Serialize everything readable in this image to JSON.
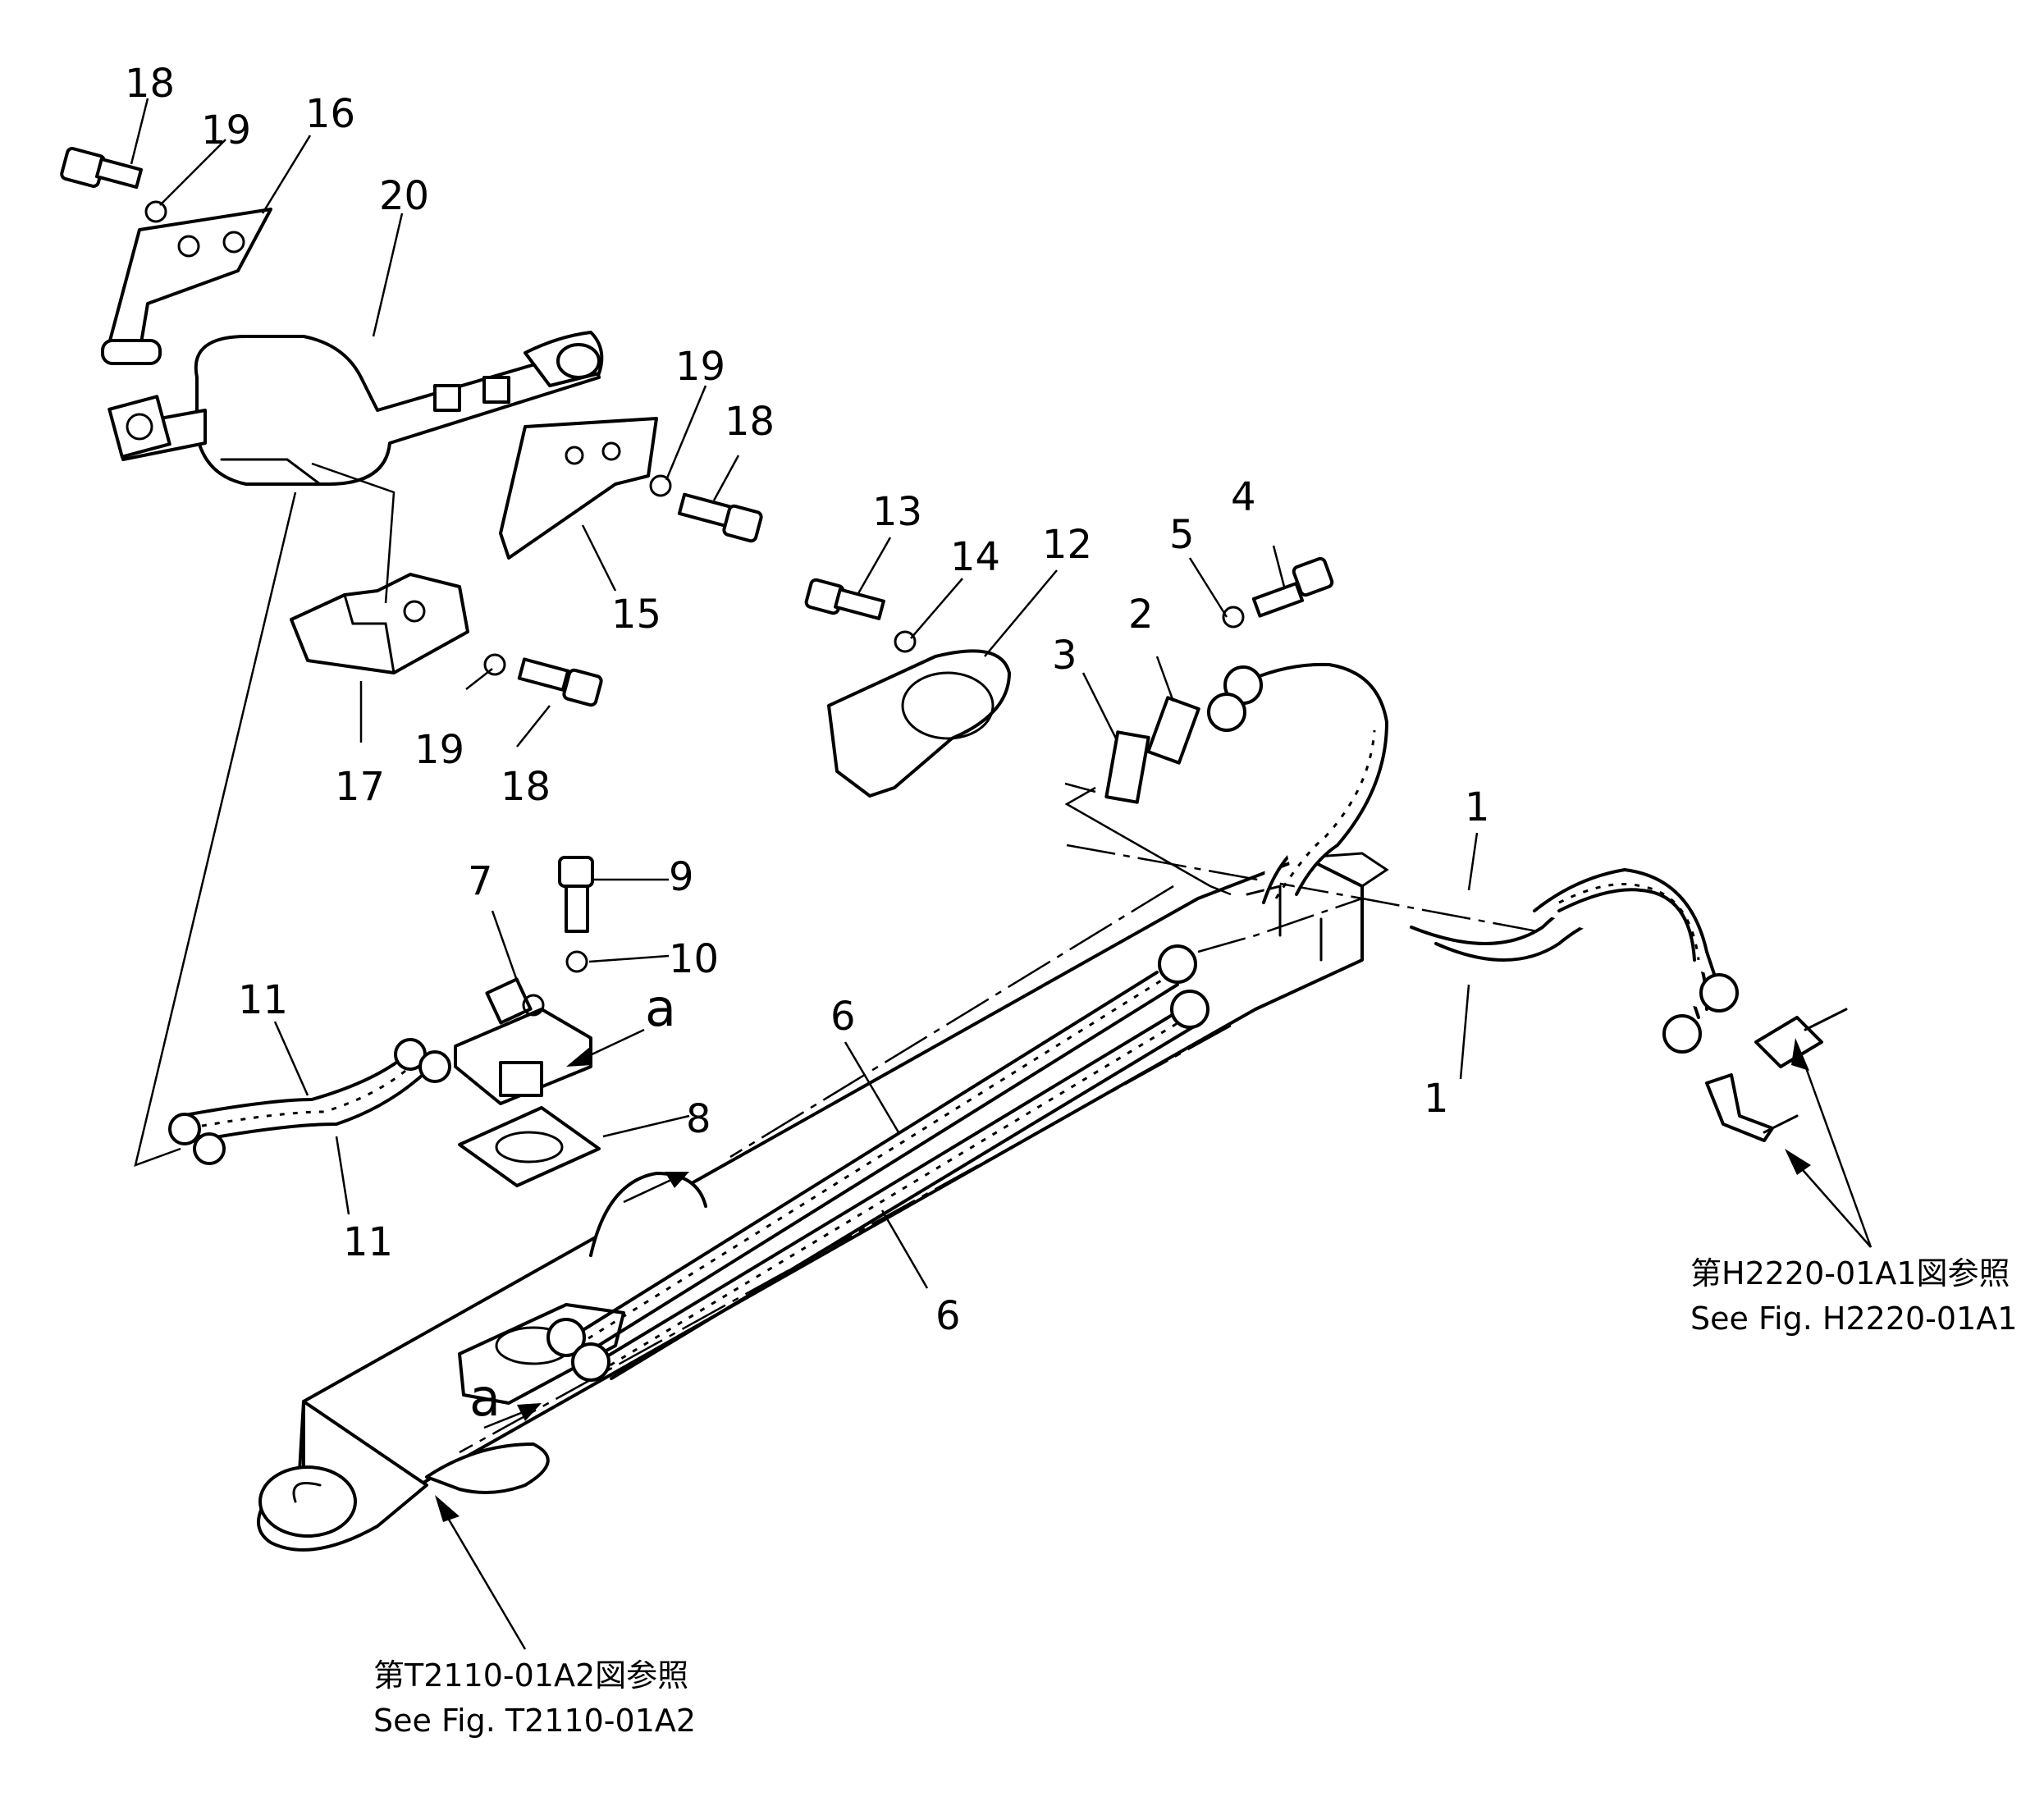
{
  "callouts": {
    "n1a": "1",
    "n1b": "1",
    "n2": "2",
    "n3": "3",
    "n4": "4",
    "n5": "5",
    "n6a": "6",
    "n6b": "6",
    "n7": "7",
    "n8": "8",
    "n9": "9",
    "n10": "10",
    "n11a": "11",
    "n11b": "11",
    "n12": "12",
    "n13": "13",
    "n14": "14",
    "n15": "15",
    "n16": "16",
    "n17": "17",
    "n18a": "18",
    "n18b": "18",
    "n18c": "18",
    "n19a": "19",
    "n19b": "19",
    "n19c": "19",
    "n20": "20"
  },
  "detail_marks": {
    "a_top": "a",
    "a_bottom": "a"
  },
  "references": {
    "right": {
      "jp": "第H2220-01A1図参照",
      "en": "See Fig. H2220-01A1"
    },
    "bottom": {
      "jp": "第T2110-01A2図参照",
      "en": "See Fig. T2110-01A2"
    }
  }
}
